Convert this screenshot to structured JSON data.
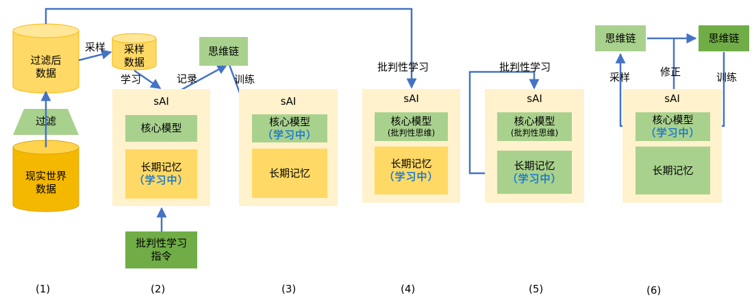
{
  "stage1": {
    "filtered_db": [
      "过滤后",
      "数据"
    ],
    "filter": "过滤",
    "real_db": [
      "现实世界",
      "数据"
    ],
    "sample_label": "采样",
    "caption": "(1)"
  },
  "stage2": {
    "sample_db": [
      "采样",
      "数据"
    ],
    "learn_label": "学习",
    "record_label": "记录",
    "cot": "思维链",
    "train_label": "训练",
    "title": "sAI",
    "core": "核心模型",
    "memory": "长期记忆",
    "memory_status": "（学习中）",
    "instruction": [
      "批判性学习",
      "指令"
    ],
    "caption": "(2)"
  },
  "stage3": {
    "title": "sAI",
    "core": "核心模型",
    "core_status": "（学习中）",
    "memory": "长期记忆",
    "caption": "(3)"
  },
  "stage4": {
    "label": "批判性学习",
    "title": "sAI",
    "core": "核心模型",
    "core_sub": "(批判性思维)",
    "memory": "长期记忆",
    "memory_status": "（学习中）",
    "caption": "(4)"
  },
  "stage5": {
    "label": "批判性学习",
    "title": "sAI",
    "core": "核心模型",
    "core_sub": "(批判性思维)",
    "memory": "长期记忆",
    "memory_status": "（学习中）",
    "caption": "(5)"
  },
  "stage6": {
    "cot_left": "思维链",
    "cot_right": "思维链",
    "sample_label": "采样",
    "revise_label": "修正",
    "train_label": "训练",
    "title": "sAI",
    "core": "核心模型",
    "core_status": "（学习中）",
    "memory": "长期记忆",
    "caption": "(6)"
  },
  "colors": {
    "arrow": "#4472C4",
    "panel": "#FFF2CC",
    "light_green": "#A9D18E",
    "dark_green": "#70AD47",
    "light_yellow": "#FFD966",
    "gold": "#F5B800",
    "status_blue": "#1F7CC8"
  }
}
